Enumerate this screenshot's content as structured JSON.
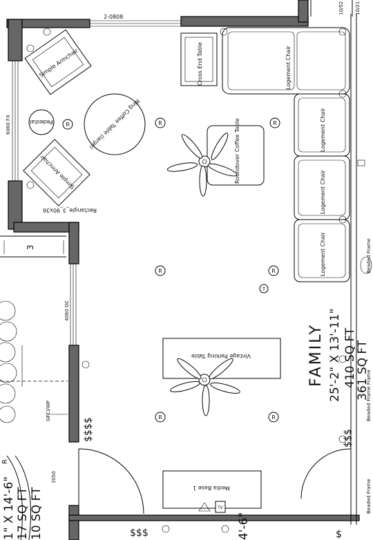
{
  "room": {
    "name": "FAMILY",
    "dimensions": "25'-2\" X 13'-11\"",
    "area": "410 SQ FT",
    "area_overlap": "361 SQ FT"
  },
  "neighbor_room": {
    "dimensions": "1\" X 14'-6\"",
    "area_1": "17 SQ FT",
    "area_2": "10 SQ FT",
    "bottom_dim": "4'-6\""
  },
  "windows": {
    "top": "2-0808",
    "left": "6060 FX",
    "middle": "4060 DC",
    "bottom": "3050",
    "right_top": "10/52",
    "right_top2": "10/21",
    "gfci": "GFCI/WP"
  },
  "furniture": {
    "armchair_1": "Simple Armchair",
    "armchair_2": "Simple Armchair",
    "pedestal": "Pedestal",
    "coffee_table": "Ring Coffee Table (large)",
    "rectangle": "Rectangle_3_90x36",
    "end_table": "Cross End Table",
    "round_coffee": "Roundover Coffee Table",
    "logement_1": "Logement Chair",
    "logement_2": "Logement Chair",
    "logement_3": "Logement Chair",
    "logement_4": "Logement Chair",
    "vintage_table": "Vintage Parking Table",
    "media_base": "Media Base 1",
    "tv": "TV"
  },
  "frames": {
    "beaded_frame_1": "Beaded Frame",
    "beaded_frame_2": "Beaded Frame Frame",
    "beaded_frame_3": "Beaded Frame"
  },
  "symbols": {
    "recessed": "R",
    "switch_single": "$",
    "switch_triple": "$$$",
    "switch_quad": "$$$$",
    "thermostat": "T",
    "door_3": "3"
  }
}
